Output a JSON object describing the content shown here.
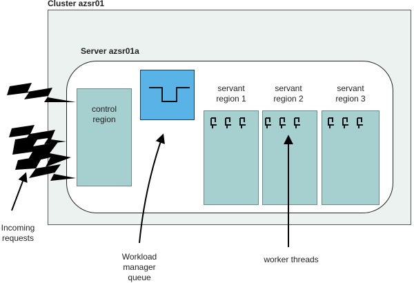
{
  "cluster": {
    "title": "Cluster azsr01"
  },
  "server": {
    "title": "Server azsr01a"
  },
  "control_region": {
    "label_line1": "control",
    "label_line2": "region"
  },
  "servant_regions": [
    {
      "line1": "servant",
      "line2": "region 1"
    },
    {
      "line1": "servant",
      "line2": "region 2"
    },
    {
      "line1": "servant",
      "line2": "region 3"
    }
  ],
  "annotations": {
    "incoming_line1": "Incoming",
    "incoming_line2": "requests",
    "wlm_line1": "Workload",
    "wlm_line2": "manager",
    "wlm_line3": "queue",
    "worker_threads": "worker threads"
  },
  "icons": {
    "lightning": "lightning-bolt-icon",
    "queue": "queue-icon",
    "thread": "worker-thread-icon"
  },
  "colors": {
    "cluster_fill": "#ebf2f0",
    "region_fill": "#a6cfcf",
    "wlm_fill": "#5ab3e6",
    "bolt_fill": "#000000"
  }
}
